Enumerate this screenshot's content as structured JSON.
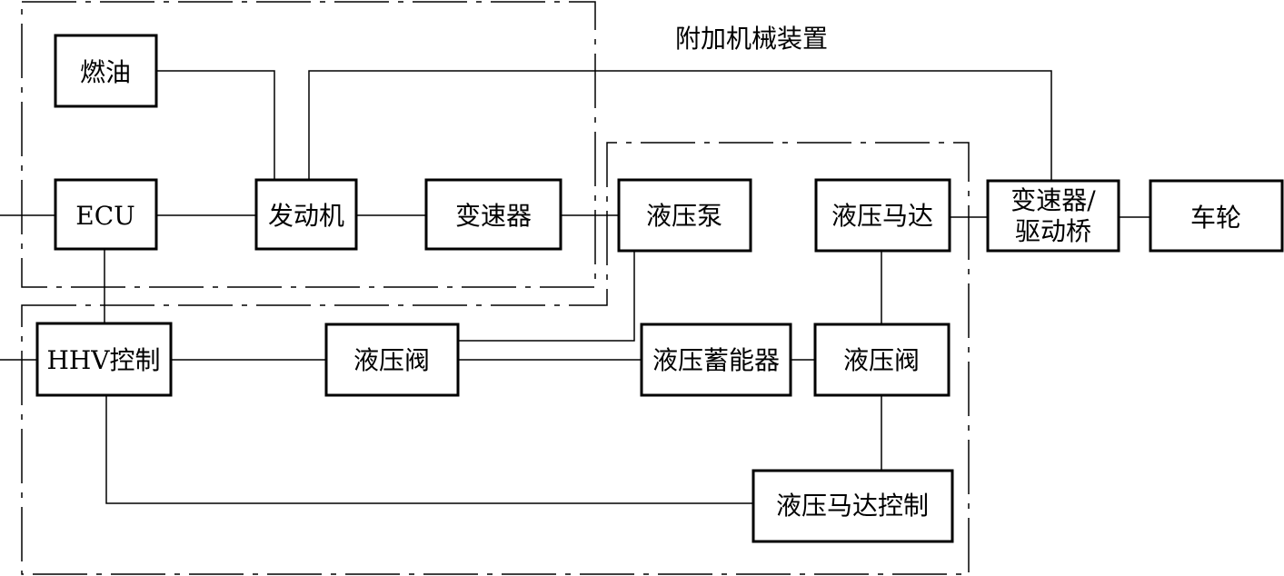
{
  "region_title": "附加机械装置",
  "blocks": {
    "fuel": "燃油",
    "ecu": "ECU",
    "engine": "发动机",
    "transmission": "变速器",
    "hydraulic_pump": "液压泵",
    "hydraulic_motor": "液压马达",
    "transmission_axle_line1": "变速器/",
    "transmission_axle_line2": "驱动桥",
    "wheels": "车轮",
    "hhv_control": "HHV控制",
    "hydraulic_valve_left": "液压阀",
    "hydraulic_accumulator": "液压蓄能器",
    "hydraulic_valve_right": "液压阀",
    "hydraulic_motor_control": "液压马达控制"
  }
}
